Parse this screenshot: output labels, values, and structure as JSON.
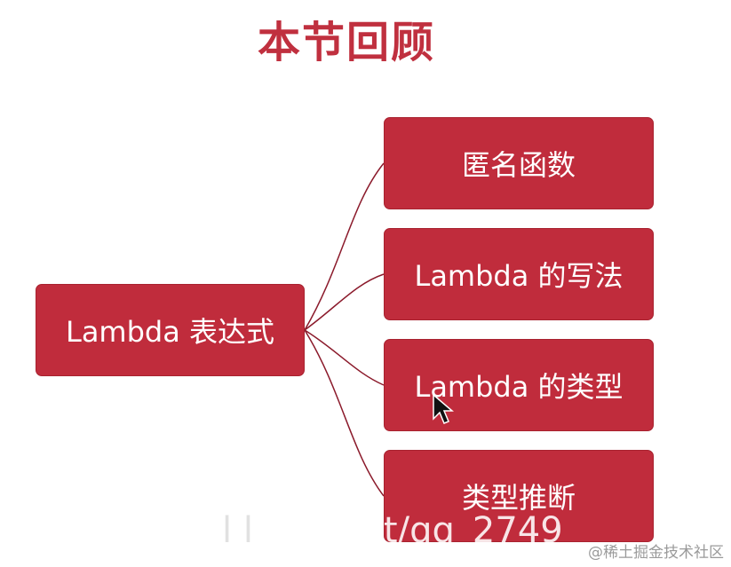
{
  "title": "本节回顾",
  "root": {
    "label": "Lambda 表达式"
  },
  "children": [
    {
      "label": "匿名函数"
    },
    {
      "label": "Lambda 的写法"
    },
    {
      "label": "Lambda 的类型"
    },
    {
      "label": "类型推断"
    }
  ],
  "colors": {
    "title": "#c0303f",
    "box_fill": "#c02c3c",
    "connector": "#8b1a2b"
  },
  "watermark": {
    "url_dim": "l l",
    "url": "sdn.net/qq_2749",
    "site": "@稀土掘金技术社区"
  },
  "cursor_icon": "arrow-pointer"
}
